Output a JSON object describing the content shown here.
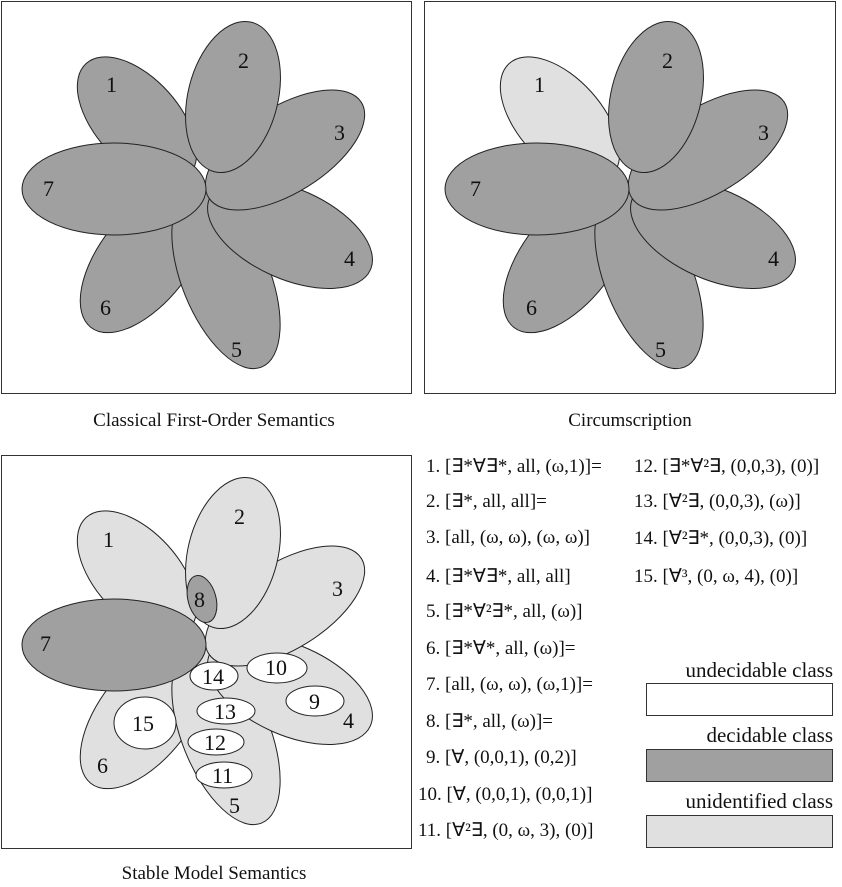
{
  "colors": {
    "undecidable": "#ffffff",
    "decidable": "#a0a0a0",
    "unidentified": "#e0e0e0",
    "stroke": "#222222"
  },
  "panels": {
    "classical": {
      "caption": "Classical First-Order Semantics",
      "petals": [
        {
          "id": "1",
          "class": "decidable"
        },
        {
          "id": "2",
          "class": "decidable"
        },
        {
          "id": "3",
          "class": "decidable"
        },
        {
          "id": "4",
          "class": "decidable"
        },
        {
          "id": "5",
          "class": "decidable"
        },
        {
          "id": "6",
          "class": "decidable"
        },
        {
          "id": "7",
          "class": "decidable"
        }
      ]
    },
    "circumscription": {
      "caption": "Circumscription",
      "petals": [
        {
          "id": "1",
          "class": "unidentified"
        },
        {
          "id": "2",
          "class": "decidable"
        },
        {
          "id": "3",
          "class": "decidable"
        },
        {
          "id": "4",
          "class": "decidable"
        },
        {
          "id": "5",
          "class": "decidable"
        },
        {
          "id": "6",
          "class": "decidable"
        },
        {
          "id": "7",
          "class": "decidable"
        }
      ]
    },
    "stable": {
      "caption": "Stable Model Semantics",
      "petals": [
        {
          "id": "1",
          "class": "unidentified"
        },
        {
          "id": "2",
          "class": "unidentified"
        },
        {
          "id": "3",
          "class": "unidentified"
        },
        {
          "id": "4",
          "class": "unidentified"
        },
        {
          "id": "5",
          "class": "unidentified"
        },
        {
          "id": "6",
          "class": "unidentified"
        },
        {
          "id": "7",
          "class": "decidable"
        }
      ],
      "subclasses": [
        {
          "id": "8",
          "class": "decidable"
        },
        {
          "id": "9",
          "class": "undecidable"
        },
        {
          "id": "10",
          "class": "undecidable"
        },
        {
          "id": "11",
          "class": "undecidable"
        },
        {
          "id": "12",
          "class": "undecidable"
        },
        {
          "id": "13",
          "class": "undecidable"
        },
        {
          "id": "14",
          "class": "undecidable"
        },
        {
          "id": "15",
          "class": "undecidable"
        }
      ]
    }
  },
  "formulas": [
    {
      "num": "1.",
      "text": "[∃*∀∃*, all, (ω,1)]="
    },
    {
      "num": "2.",
      "text": "[∃*, all, all]="
    },
    {
      "num": "3.",
      "text": "[all, (ω, ω), (ω, ω)]"
    },
    {
      "num": "4.",
      "text": "[∃*∀∃*, all, all]"
    },
    {
      "num": "5.",
      "text": "[∃*∀²∃*, all, (ω)]"
    },
    {
      "num": "6.",
      "text": "[∃*∀*, all, (ω)]="
    },
    {
      "num": "7.",
      "text": "[all, (ω, ω), (ω,1)]="
    },
    {
      "num": "8.",
      "text": "[∃*, all, (ω)]="
    },
    {
      "num": "9.",
      "text": "[∀, (0,0,1), (0,2)]"
    },
    {
      "num": "10.",
      "text": "[∀, (0,0,1), (0,0,1)]"
    },
    {
      "num": "11.",
      "text": "[∀²∃, (0, ω, 3), (0)]"
    },
    {
      "num": "12.",
      "text": "[∃*∀²∃, (0,0,3), (0)]"
    },
    {
      "num": "13.",
      "text": "[∀²∃, (0,0,3), (ω)]"
    },
    {
      "num": "14.",
      "text": "[∀²∃*, (0,0,3), (0)]"
    },
    {
      "num": "15.",
      "text": "[∀³, (0, ω, 4), (0)]"
    }
  ],
  "legend": [
    {
      "label": "undecidable class",
      "color": "#ffffff"
    },
    {
      "label": "decidable class",
      "color": "#a0a0a0"
    },
    {
      "label": "unidentified class",
      "color": "#e0e0e0"
    }
  ]
}
